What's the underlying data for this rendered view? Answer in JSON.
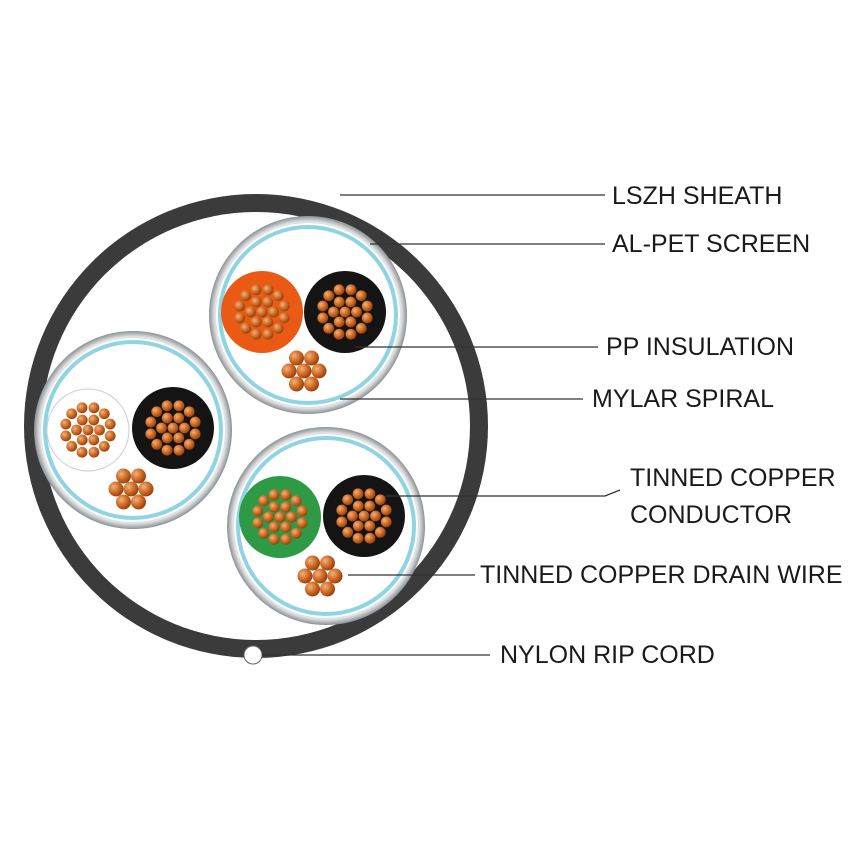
{
  "labels": {
    "sheath": "LSZH SHEATH",
    "screen": "AL-PET SCREEN",
    "insulation": "PP INSULATION",
    "mylar": "MYLAR SPIRAL",
    "conductor_line1": "TINNED COPPER",
    "conductor_line2": "CONDUCTOR",
    "drain": "TINNED COPPER DRAIN WIRE",
    "ripcord": "NYLON RIP CORD"
  },
  "colors": {
    "sheath": "#3b3b3b",
    "screen_silver": "#b9bcbe",
    "mylar_blue": "#8fd4e2",
    "copper": "#c8641f",
    "insulation_orange": "#ea5a14",
    "insulation_black": "#141414",
    "insulation_green": "#2e9a46",
    "insulation_white": "#ffffff"
  },
  "pairs": [
    {
      "name": "orange-black",
      "insulation": [
        "orange",
        "black"
      ]
    },
    {
      "name": "white-black",
      "insulation": [
        "white",
        "black"
      ]
    },
    {
      "name": "green-black",
      "insulation": [
        "green",
        "black"
      ]
    }
  ]
}
